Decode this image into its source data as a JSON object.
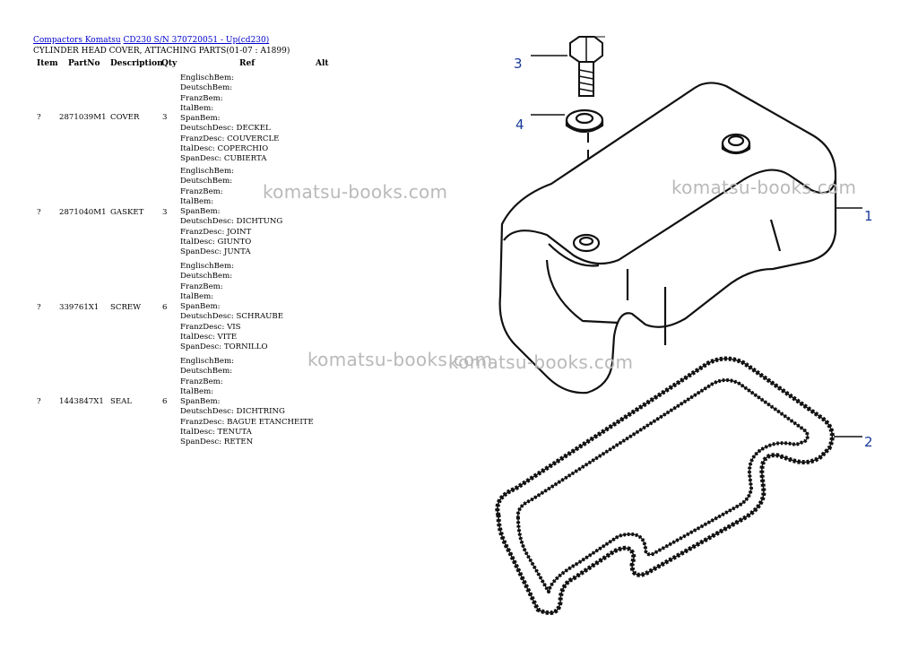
{
  "breadcrumb": {
    "link1": "Compactors Komatsu",
    "link2": "CD230 S/N 370720051 - Up(cd230)"
  },
  "subtitle": "CYLINDER HEAD COVER, ATTACHING PARTS(01-07 : A1899)",
  "headers": {
    "item": "Item",
    "partno": "PartNo",
    "description": "Description",
    "qty": "Qty",
    "ref": "Ref",
    "alt": "Alt"
  },
  "rows": [
    {
      "item": "?",
      "partno": "2871039M1",
      "description": "COVER",
      "qty": "3",
      "ref": [
        "EnglischBem:",
        "DeutschBem:",
        "FranzBem:",
        "ItalBem:",
        "SpanBem:",
        "DeutschDesc: DECKEL",
        "FranzDesc: COUVERCLE",
        "ItalDesc: COPERCHIO",
        "SpanDesc: CUBIERTA"
      ]
    },
    {
      "item": "?",
      "partno": "2871040M1",
      "description": "GASKET",
      "qty": "3",
      "ref": [
        "EnglischBem:",
        "DeutschBem:",
        "FranzBem:",
        "ItalBem:",
        "SpanBem:",
        "DeutschDesc: DICHTUNG",
        "FranzDesc: JOINT",
        "ItalDesc: GIUNTO",
        "SpanDesc: JUNTA"
      ]
    },
    {
      "item": "?",
      "partno": "339761X1",
      "description": "SCREW",
      "qty": "6",
      "ref": [
        "EnglischBem:",
        "DeutschBem:",
        "FranzBem:",
        "ItalBem:",
        "SpanBem:",
        "DeutschDesc: SCHRAUBE",
        "FranzDesc: VIS",
        "ItalDesc: VITE",
        "SpanDesc: TORNILLO"
      ]
    },
    {
      "item": "?",
      "partno": "1443847X1",
      "description": "SEAL",
      "qty": "6",
      "ref": [
        "EnglischBem:",
        "DeutschBem:",
        "FranzBem:",
        "ItalBem:",
        "SpanBem:",
        "DeutschDesc: DICHTRING",
        "FranzDesc: BAGUE ETANCHEITE",
        "ItalDesc: TENUTA",
        "SpanDesc: RETEN"
      ]
    }
  ],
  "watermark": "komatsu-books.com",
  "callouts": {
    "c1": "1",
    "c2": "2",
    "c3": "3",
    "c4": "4"
  },
  "colors": {
    "link": "#0000cc",
    "callout": "#1a3a9a",
    "watermark": "#b9b9b9"
  }
}
